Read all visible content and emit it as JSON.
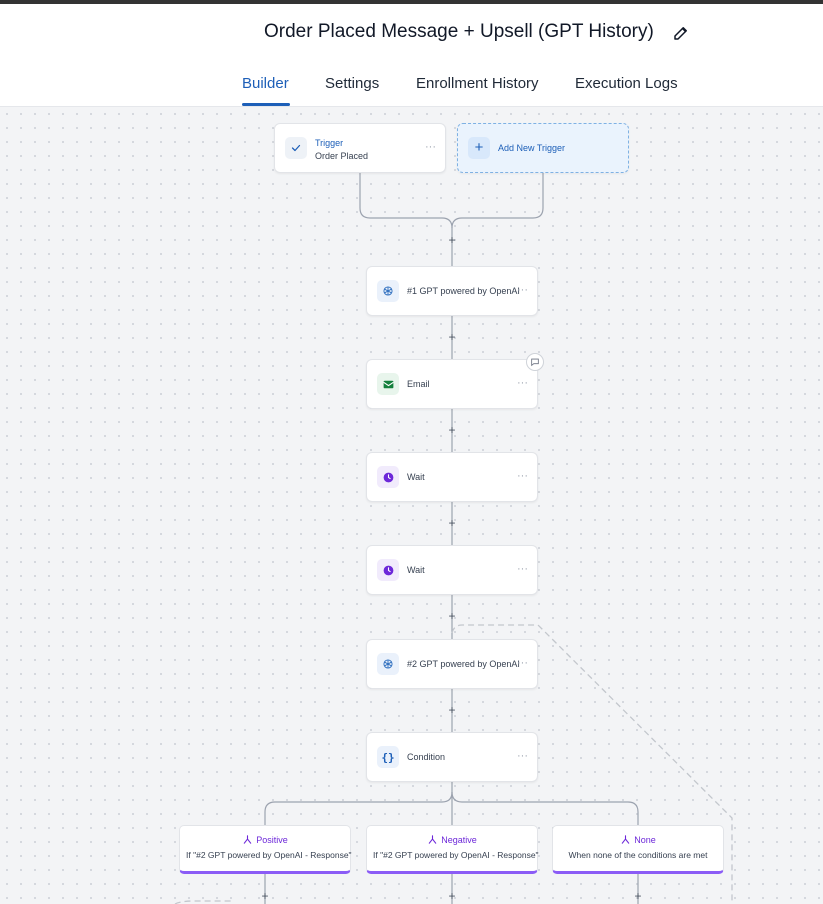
{
  "header": {
    "title": "Order Placed Message + Upsell (GPT History)",
    "edit_icon": "pencil-icon"
  },
  "tabs": [
    {
      "label": "Builder",
      "active": true
    },
    {
      "label": "Settings",
      "active": false
    },
    {
      "label": "Enrollment History",
      "active": false
    },
    {
      "label": "Execution Logs",
      "active": false
    }
  ],
  "trigger": {
    "title": "Trigger",
    "subtitle": "Order Placed",
    "menu": "···"
  },
  "add_trigger": {
    "plus": "+",
    "label": "Add New Trigger"
  },
  "nodes": [
    {
      "label": "#1 GPT powered by OpenAI",
      "icon": "openai-icon",
      "menu": "···"
    },
    {
      "label": "Email",
      "icon": "email-icon",
      "menu": "···"
    },
    {
      "label": "Wait",
      "icon": "clock-icon",
      "menu": "···"
    },
    {
      "label": "Wait",
      "icon": "clock-icon",
      "menu": "···"
    },
    {
      "label": "#2 GPT powered by OpenAI",
      "icon": "openai-icon",
      "menu": "···"
    },
    {
      "label": "Condition",
      "icon": "braces-icon",
      "menu": "···"
    }
  ],
  "branches": [
    {
      "title": "Positive",
      "desc": "If \"#2 GPT powered by OpenAI - Response\""
    },
    {
      "title": "Negative",
      "desc": "If \"#2 GPT powered by OpenAI - Response\""
    },
    {
      "title": "None",
      "desc": "When none of the conditions are met"
    }
  ],
  "plus_symbol": "+",
  "colors": {
    "accent": "#1d5fb8",
    "branch": "#8b5cf6",
    "email": "#15803d",
    "wait": "#6d28d9"
  }
}
